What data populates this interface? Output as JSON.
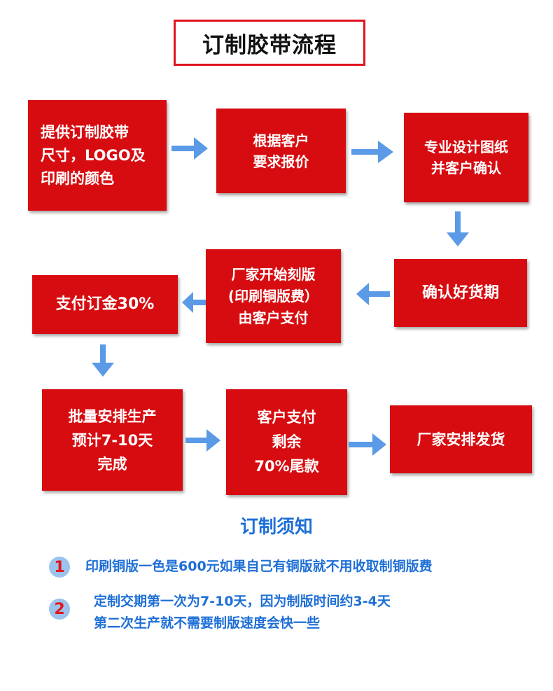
{
  "title": "订制胶带流程",
  "steps": [
    {
      "id": "provide-size",
      "text": "提供订制胶带\n尺寸，LOGO及\n印刷的颜色"
    },
    {
      "id": "quote",
      "text": "根据客户\n要求报价"
    },
    {
      "id": "design",
      "text": "专业设计图纸\n并客户确认"
    },
    {
      "id": "confirm-date",
      "text": "确认好货期"
    },
    {
      "id": "engrave",
      "text": "厂家开始刻版\n(印刷铜版费）\n由客户支付"
    },
    {
      "id": "deposit",
      "text": "支付订金30%"
    },
    {
      "id": "production",
      "text": "批量安排生产\n预计7-10天\n完成"
    },
    {
      "id": "balance",
      "text": "客户支付\n剩余\n70%尾款"
    },
    {
      "id": "ship",
      "text": "厂家安排发货"
    }
  ],
  "notes": {
    "title": "订制须知",
    "items": [
      {
        "number": "1",
        "text": "印刷铜版一色是600元如果自己有铜版就不用收取制铜版费"
      },
      {
        "number": "2",
        "text": "定制交期第一次为7-10天，因为制版时间约3-4天\n第二次生产就不需要制版速度会快一些"
      }
    ]
  },
  "colors": {
    "box": "#d70c10",
    "arrow": "#5a9ae6",
    "title_border": "#e0141e",
    "note_text": "#1e6fd6"
  }
}
